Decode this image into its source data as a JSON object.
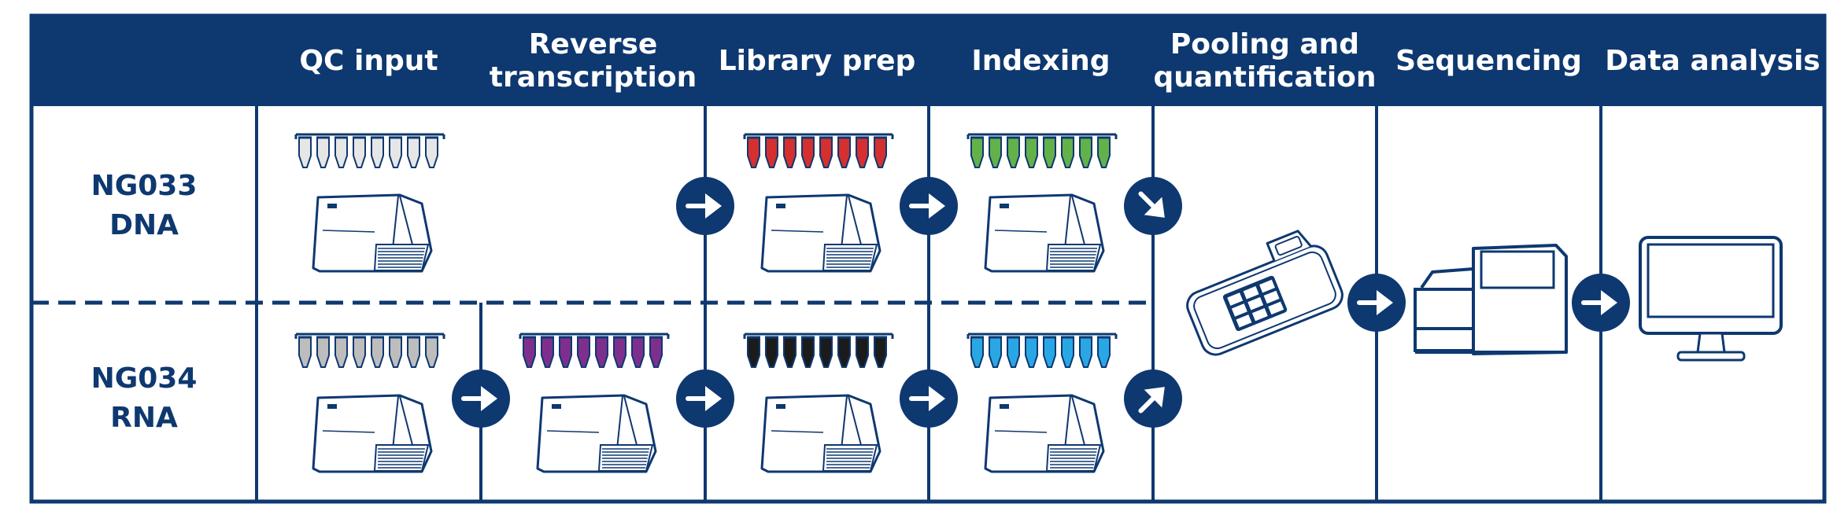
{
  "colors": {
    "navy": "#0e3870",
    "white": "#ffffff",
    "tube_white": "#e6e6e6",
    "tube_red": "#d43030",
    "tube_green": "#62b14a",
    "tube_grey": "#bdbdbd",
    "tube_purple": "#7e2f8e",
    "tube_black": "#1b1b1b",
    "tube_blue": "#29a7e4"
  },
  "columns": [
    {
      "lines": [
        "QC input"
      ]
    },
    {
      "lines": [
        "Reverse",
        "transcription"
      ]
    },
    {
      "lines": [
        "Library prep"
      ]
    },
    {
      "lines": [
        "Indexing"
      ]
    },
    {
      "lines": [
        "Pooling and",
        "quantification"
      ]
    },
    {
      "lines": [
        "Sequencing"
      ]
    },
    {
      "lines": [
        "Data analysis"
      ]
    }
  ],
  "rows": [
    {
      "lines": [
        "NG033",
        "DNA"
      ]
    },
    {
      "lines": [
        "NG034",
        "RNA"
      ]
    }
  ],
  "icons": {
    "tube_strip": "pcr-tube-strip-icon",
    "thermocycler": "thermocycler-icon",
    "arrow": "arrow-circle-icon",
    "fluorometer": "fluorometer-icon",
    "sequencer": "sequencer-icon",
    "monitor": "computer-monitor-icon"
  }
}
